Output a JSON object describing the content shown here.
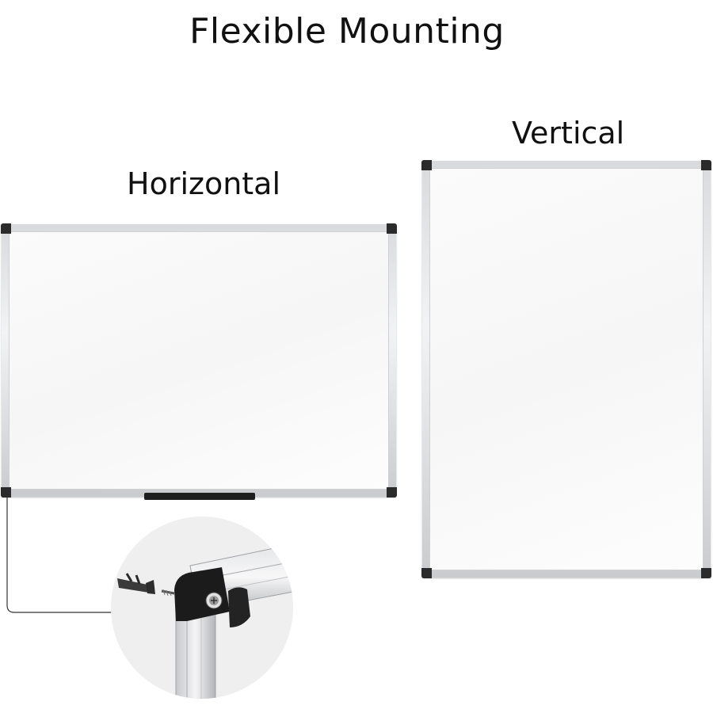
{
  "title": "Flexible Mounting",
  "labels": {
    "horizontal": "Horizontal",
    "vertical": "Vertical"
  },
  "colors": {
    "frame": "#c9cbcf",
    "corner_caps": "#2b2b2b",
    "surface": "#f8f8f8",
    "background": "#ffffff"
  }
}
